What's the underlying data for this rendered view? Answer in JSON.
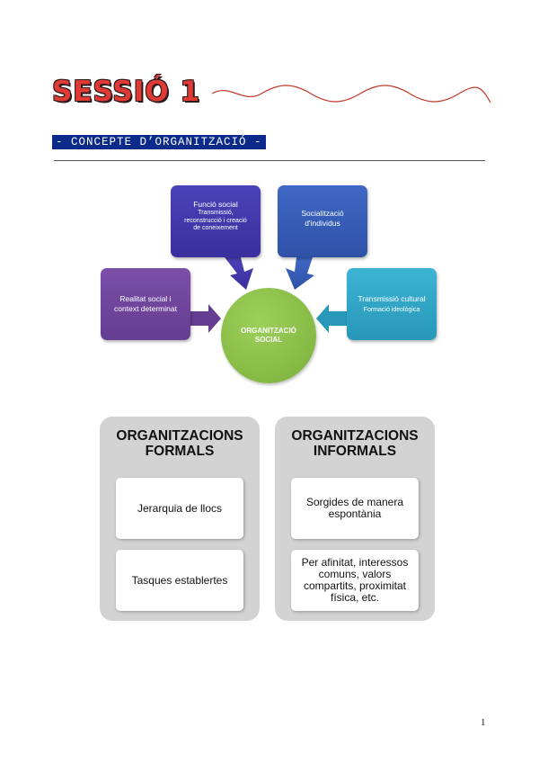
{
  "header": {
    "title": "SESSIÓ 1",
    "section": "- CONCEPTE D’ORGANITZACIÓ -"
  },
  "diagram": {
    "center": {
      "line1": "ORGANITZACIÓ",
      "line2": "SOCIAL"
    },
    "funcio": {
      "title": "Funció social",
      "line1": "Transmissió,",
      "line2": "reconstrucció i creació",
      "line3": "de  coneixement"
    },
    "socialitzacio": {
      "line1": "Socialització",
      "line2": "d'individus"
    },
    "realitat": {
      "line1": "Realitat social i",
      "line2": "context determinat"
    },
    "transmissio": {
      "title": "Transmissió cultural",
      "sub": "Formació ideològica"
    },
    "colors": {
      "funcio": "#3a2f9e",
      "socialitzacio": "#2f52a8",
      "realitat": "#653d92",
      "transmissio": "#2897b8",
      "center": "#7cb03c"
    }
  },
  "formal": {
    "title1": "ORGANITZACIONS",
    "title2": "FORMALS",
    "items": [
      "Jerarquia de llocs",
      "Tasques establertes"
    ]
  },
  "informal": {
    "title1": "ORGANITZACIONS",
    "title2": "INFORMALS",
    "item1": {
      "line1": "Sorgides de manera",
      "line2": "espontània"
    },
    "item2": {
      "line1": "Per afinitat, interessos",
      "line2": "comuns, valors",
      "line3": "compartits, proximitat",
      "line4": "física, etc."
    }
  },
  "page_number": "1"
}
